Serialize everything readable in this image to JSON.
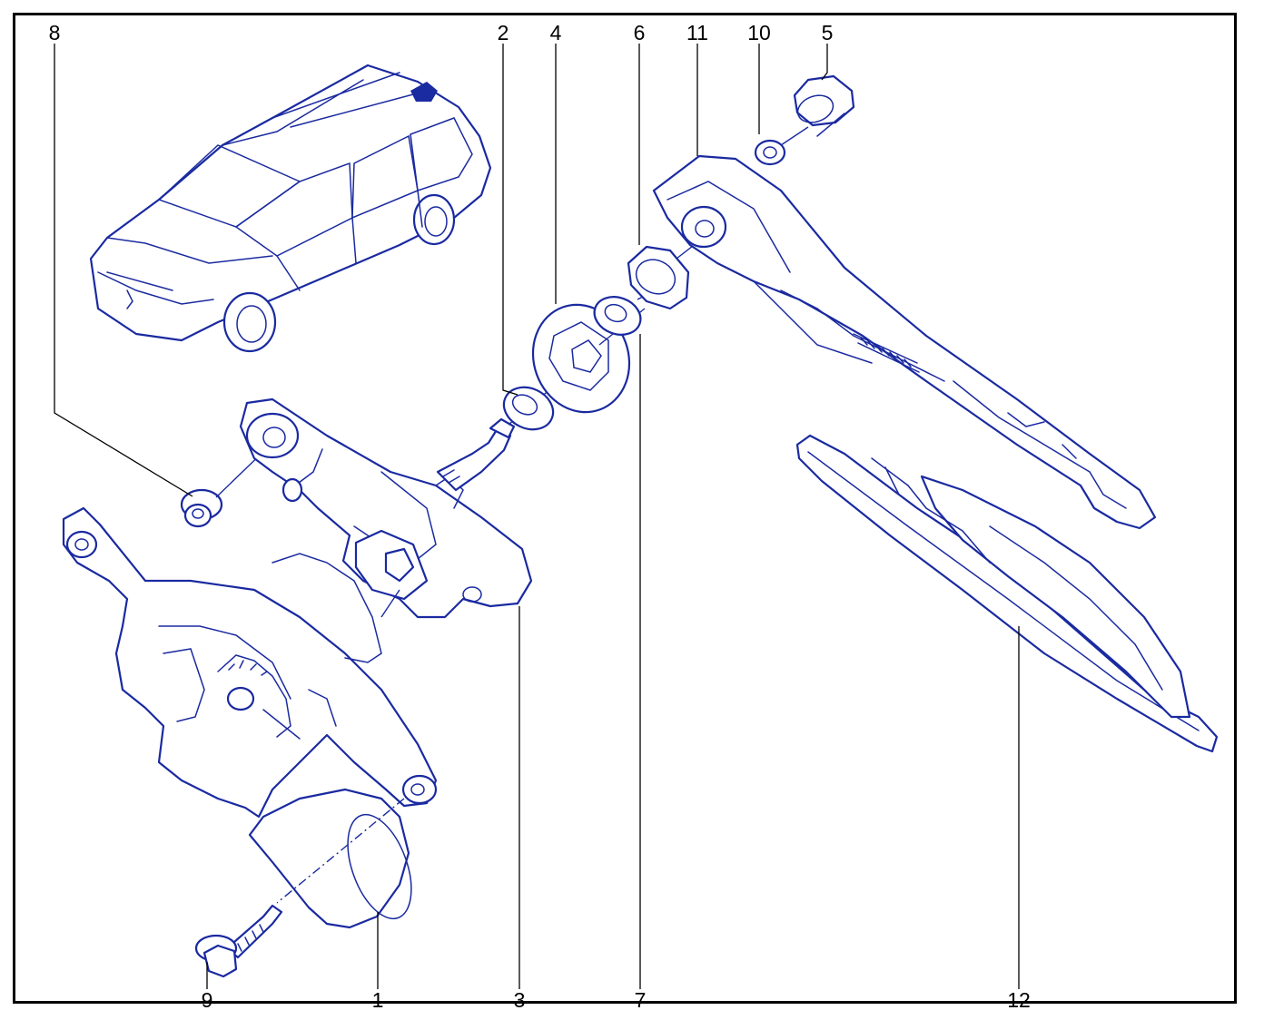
{
  "diagram": {
    "callouts": [
      {
        "id": "c1",
        "label": "1"
      },
      {
        "id": "c2",
        "label": "2"
      },
      {
        "id": "c3",
        "label": "3"
      },
      {
        "id": "c4",
        "label": "4"
      },
      {
        "id": "c5",
        "label": "5"
      },
      {
        "id": "c6",
        "label": "6"
      },
      {
        "id": "c7",
        "label": "7"
      },
      {
        "id": "c8",
        "label": "8"
      },
      {
        "id": "c9",
        "label": "9"
      },
      {
        "id": "c10",
        "label": "10"
      },
      {
        "id": "c11",
        "label": "11"
      },
      {
        "id": "c12",
        "label": "12"
      }
    ],
    "colors": {
      "line_art": "#1a2aa0",
      "frame": "#000000",
      "background": "#ffffff"
    }
  }
}
